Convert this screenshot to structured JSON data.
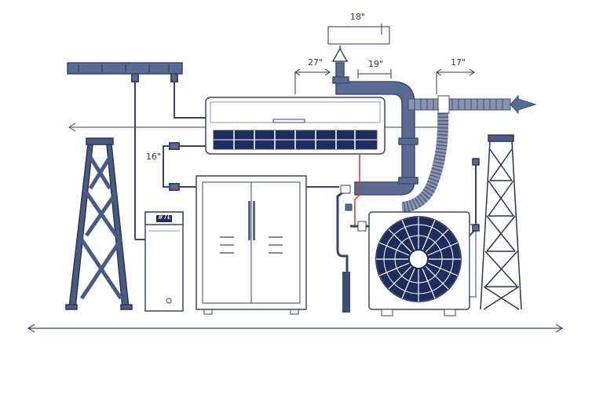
{
  "palette": {
    "line": "#3a4668",
    "pipe": "#5a6b92",
    "pipe_dark": "#3e4c72",
    "panel": "#1f2d5c",
    "accent_red": "#c93a3a",
    "paper": "#ffffff"
  },
  "dimensions": {
    "d_top": "18\"",
    "d_left_pipe": "27\"",
    "d_mid_pipe": "19\"",
    "d_right_pipe": "17\"",
    "d_side": "16\""
  },
  "labels": {
    "boiler_badge": "#7£"
  },
  "icons": {
    "left_arrow": "arrow-left-icon",
    "bottom_arrow": "double-arrow-icon",
    "vent_cap": "vent-cap-icon"
  }
}
